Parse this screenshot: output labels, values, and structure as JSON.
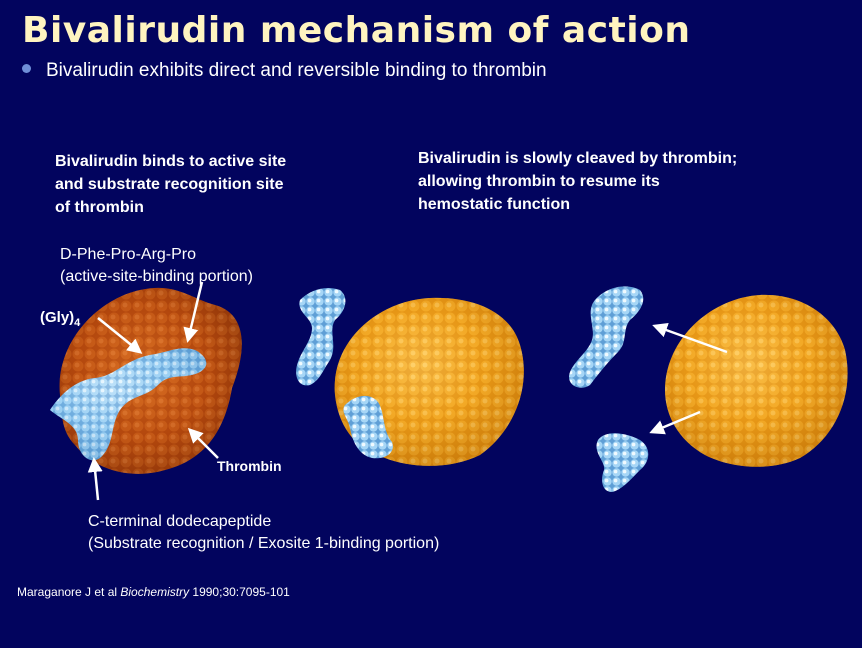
{
  "slide": {
    "title": "Bivalirudin mechanism of action",
    "bullet": "Bivalirudin exhibits direct and reversible binding to thrombin",
    "left_heading": [
      "Bivalirudin binds to active site",
      "and substrate recognition site",
      "of thrombin"
    ],
    "right_heading": [
      "Bivalirudin is slowly cleaved by thrombin;",
      "allowing thrombin to resume its",
      "hemostatic function"
    ],
    "labels": {
      "active_site": [
        "D-Phe-Pro-Arg-Pro",
        "(active-site-binding portion)"
      ],
      "gly_main": "(Gly)",
      "gly_sub": "4",
      "thrombin": "Thrombin",
      "c_terminal": [
        "C-terminal dodecapeptide",
        "(Substrate recognition / Exosite 1-binding portion)"
      ]
    },
    "citation": {
      "authors": "Maraganore J et al ",
      "journal": "Biochemistry",
      "details": " 1990;30:7095-101"
    }
  },
  "colors": {
    "background": "#02045e",
    "title": "#fff4c0",
    "thrombin_dark": "#b3470d",
    "thrombin_light": "#f0a020",
    "peptide": "#8ec8f0"
  }
}
